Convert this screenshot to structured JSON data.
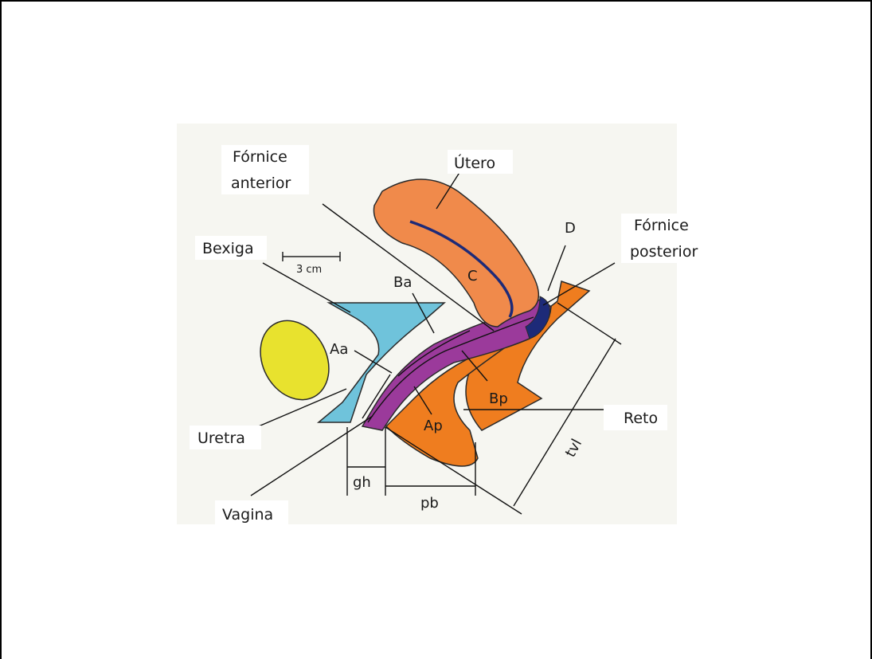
{
  "labels": {
    "utero": "Útero",
    "fornice_anterior_line1": "Fórnice",
    "fornice_anterior_line2": "anterior",
    "fornice_posterior_line1": "Fórnice",
    "fornice_posterior_line2": "posterior",
    "bexiga": "Bexiga",
    "uretra": "Uretra",
    "vagina": "Vagina",
    "reto": "Reto",
    "scale": "3 cm",
    "point_ba": "Ba",
    "point_aa": "Aa",
    "point_c": "C",
    "point_d": "D",
    "point_ap": "Ap",
    "point_bp": "Bp",
    "measure_gh": "gh",
    "measure_pb": "pb",
    "measure_tvl": "tvl"
  },
  "colors": {
    "uterus": "#f08a4b",
    "vagina": "#9b3a9b",
    "bladder": "#6fc3db",
    "symphysis": "#e8e22e",
    "rectum": "#ef7d1f",
    "cervix_canal": "#1d2a78"
  }
}
